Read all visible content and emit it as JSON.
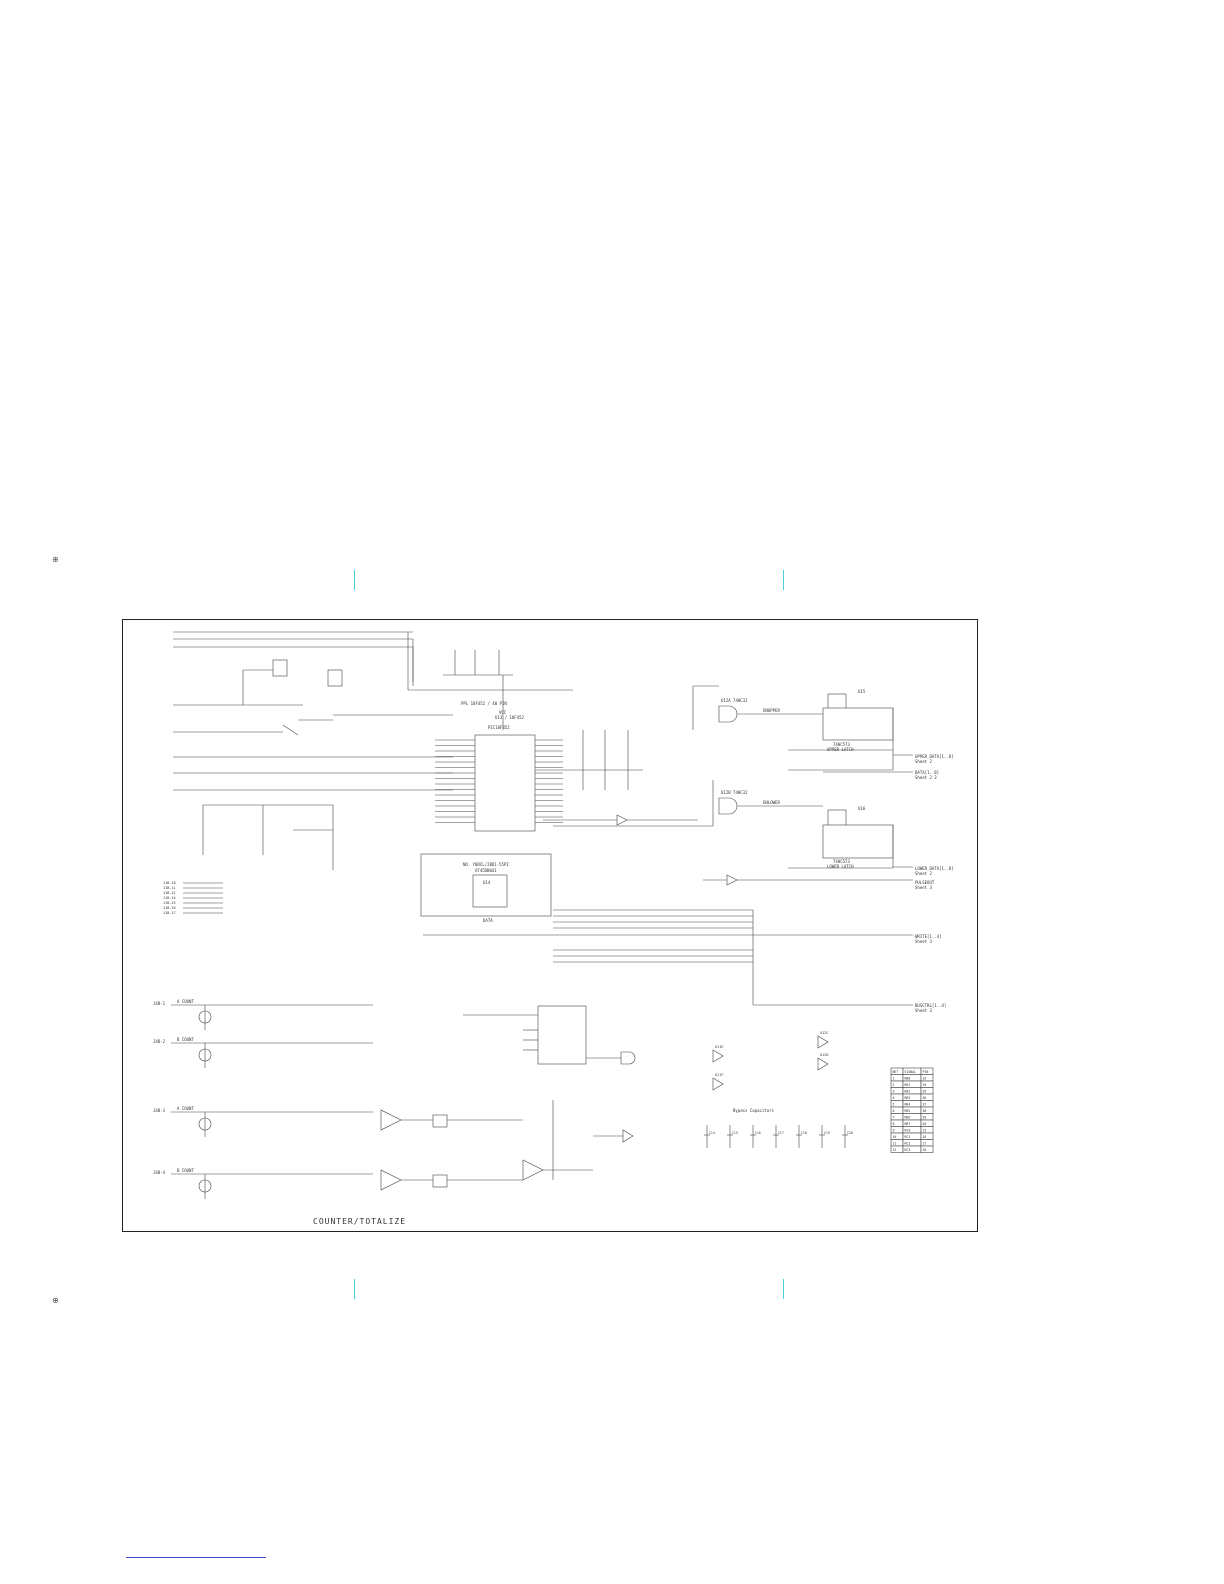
{
  "page_marker_top": "⊕",
  "page_marker_bottom": "⊕",
  "schematic": {
    "title": "COUNTER/TOTALIZE",
    "mcu": {
      "lines": [
        "PPL 18F452 / 40 PIN",
        "U13 / 18F452",
        "PIC18F452"
      ],
      "vcc": "VCC"
    },
    "flash_block": {
      "lines": [
        "NO. Y0DCL/28D1-55PI",
        "AT45DB041",
        "U14"
      ],
      "sub": "DATA"
    },
    "latch_upper": {
      "ref": "U15",
      "lines": [
        "74HC573",
        "UPPER LATCH"
      ],
      "gate": "U12A 74HC32",
      "net": "ENUPPER"
    },
    "latch_lower": {
      "ref": "U16",
      "lines": [
        "74HC573",
        "LOWER LATCH"
      ],
      "gate": "U12B 74HC32",
      "net": "ENLOWER"
    },
    "sheet_refs": [
      {
        "net": "UPPER_DATA[1..8]",
        "sheet": "Sheet 2"
      },
      {
        "net": "DATA[1..8]",
        "sheet": "Sheet 2 3"
      },
      {
        "net": "LOWER_DATA[1..8]",
        "sheet": "Sheet 2"
      },
      {
        "net": "PULSEOUT",
        "sheet": "Sheet 3"
      },
      {
        "net": "WRITE[1..4]",
        "sheet": "Sheet 3"
      },
      {
        "net": "BUSCTRL[1..4]",
        "sheet": "Sheet 3"
      }
    ],
    "left_connectors": [
      "J1B-10",
      "J1B-11",
      "J1B-12",
      "J1B-14",
      "J1B-15",
      "J1B-16",
      "J1B-17"
    ],
    "channels": [
      {
        "name": "A COUNT",
        "ref": "J4B-1"
      },
      {
        "name": "B COUNT",
        "ref": "J4B-2"
      },
      {
        "name": "A COUNT",
        "ref": "J4B-3"
      },
      {
        "name": "B COUNT",
        "ref": "J4B-4"
      }
    ],
    "bypass_title": "Bypass Capacitors",
    "bypass_caps": [
      "C14",
      "C15",
      "C16",
      "C17",
      "C18",
      "C19",
      "C20"
    ],
    "spare_gates": [
      "U12C",
      "U12D",
      "U11E",
      "U11F"
    ],
    "table": {
      "header": [
        "NET",
        "SIGNAL",
        "PIN"
      ],
      "rows": [
        [
          "1",
          "RB0",
          "33"
        ],
        [
          "2",
          "RB1",
          "34"
        ],
        [
          "3",
          "RB2",
          "35"
        ],
        [
          "4",
          "RB3",
          "36"
        ],
        [
          "5",
          "RB4",
          "37"
        ],
        [
          "6",
          "RB5",
          "38"
        ],
        [
          "7",
          "RB6",
          "39"
        ],
        [
          "8",
          "RB7",
          "40"
        ],
        [
          "9",
          "RC0",
          "15"
        ],
        [
          "10",
          "RC1",
          "16"
        ],
        [
          "11",
          "RC2",
          "17"
        ],
        [
          "12",
          "RC3",
          "18"
        ]
      ]
    }
  }
}
